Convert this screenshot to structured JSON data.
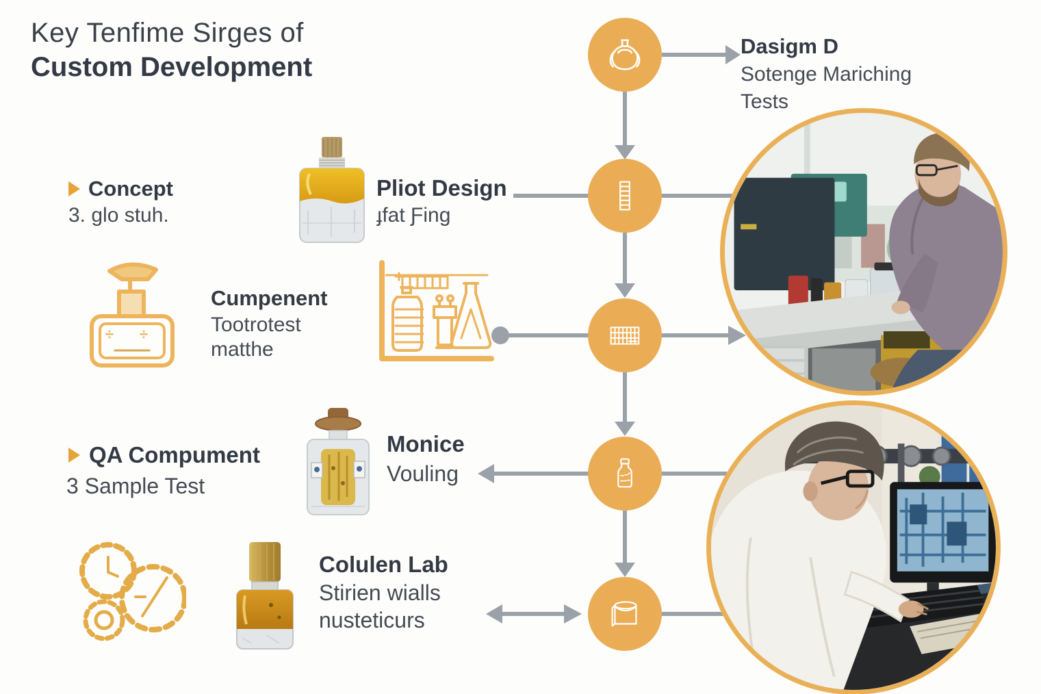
{
  "title": {
    "line1": "Key Tenfime Sirges of",
    "line2": "Custom Development"
  },
  "stages": {
    "design": {
      "title": "Dasigm D",
      "line1": "Sotenge Mariching",
      "line2": "Tests"
    },
    "concept": {
      "title": "Concept",
      "line1": "3. ɡlo stuh."
    },
    "pilot": {
      "title": "Pliot Design",
      "line1": "ɟfat Ƒing"
    },
    "component": {
      "title": "Cumpenent",
      "line1": "Tootrotest",
      "line2": "matthe"
    },
    "qa": {
      "title": "QA Compument",
      "line1": "3 Sample Test"
    },
    "monitor": {
      "title": "Monice",
      "line1": "Vouling"
    },
    "lab": {
      "title": "Colulen Lab",
      "line1": "Stirien wialls",
      "line2": "nusteticurs"
    }
  },
  "timeline": {
    "node_icons": [
      "perfume-flask",
      "column-rack",
      "grid-table",
      "labeled-bottle",
      "bucket"
    ]
  },
  "decor": {
    "pump_marks": "÷ ÷"
  },
  "photos": {
    "top": {
      "description": "Technician with beard and glasses working at a white lab bench with bottles and dark teal equipment"
    },
    "bottom": {
      "description": "Scientist in white lab coat and glasses typing on a keyboard in front of a monitor with schematics"
    }
  },
  "colors": {
    "accent_circle": "#eaad55",
    "photo_border": "#eab057",
    "icon_stroke": "#edb45c",
    "connector_gray": "#9aa1a8",
    "heading_text": "#333a44",
    "body_text": "#454b53",
    "bullet_orange": "#e8a337"
  }
}
